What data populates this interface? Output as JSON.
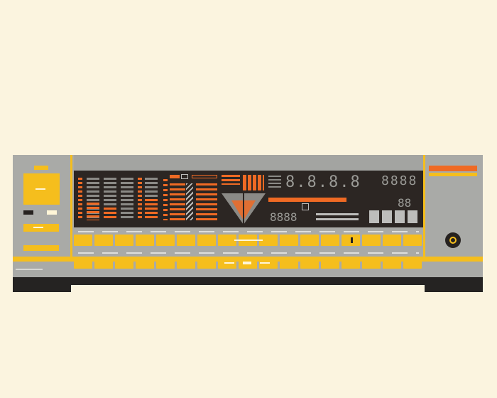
{
  "device": {
    "type": "stereo-receiver-illustration",
    "accent_color": "#f5be1d",
    "display_color": "#ef6a24",
    "body_color": "#a9aaa7",
    "background_color": "#fbf4df"
  },
  "display": {
    "big_digits": "8.8.8.8",
    "right_digits": "8888",
    "small_digits": "8888",
    "small_digits_2": "88"
  }
}
